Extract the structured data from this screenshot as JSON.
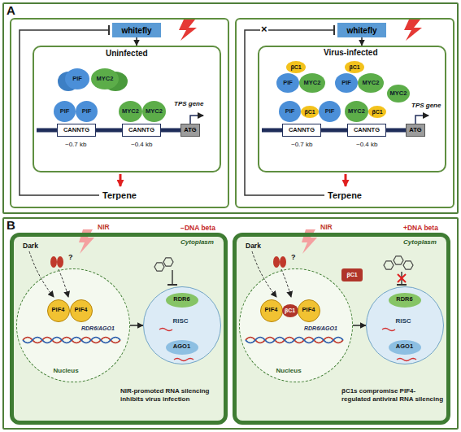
{
  "diagram": {
    "nodes": [
      {
        "text": [
          "A"
        ]
      },
      {
        "text": [
          "Terpene"
        ],
        "in": 0
      },
      {
        "text": [
          "whitefly"
        ],
        "in": 1
      },
      {
        "text": [
          "Uninfected"
        ],
        "in": 1
      },
      {
        "text": [
          "PIF"
        ],
        "in": 3
      },
      {
        "text": [
          "MYC2"
        ],
        "in": 3
      },
      {
        "text": [
          "PIF"
        ],
        "in": 3
      },
      {
        "text": [
          "PIF"
        ],
        "in": 3
      },
      {
        "text": [
          "MYC2"
        ],
        "in": 3
      },
      {
        "text": [
          "MYC2"
        ],
        "in": 3
      },
      {
        "text": [
          "CANNTG"
        ],
        "in": 3
      },
      {
        "text": [
          "CANNTG"
        ],
        "in": 3
      },
      {
        "text": [
          "ATG"
        ],
        "in": 3
      },
      {
        "text": [
          "Terpene"
        ],
        "in": 0
      },
      {
        "text": [
          "whitefly"
        ],
        "in": 13
      },
      {
        "text": [
          "Virus-infected"
        ],
        "in": 13
      },
      {
        "text": [
          "βC1"
        ],
        "in": 15
      },
      {
        "text": [
          "PIF"
        ],
        "in": 15
      },
      {
        "text": [
          "MYC2"
        ],
        "in": 15
      },
      {
        "text": [
          "βC1"
        ],
        "in": 15
      },
      {
        "text": [
          "PIF"
        ],
        "in": 15
      },
      {
        "text": [
          "MYC2"
        ],
        "in": 15
      },
      {
        "text": [
          "PIF"
        ],
        "in": 15
      },
      {
        "text": [
          "βC1"
        ],
        "in": 15
      },
      {
        "text": [
          "PIF"
        ],
        "in": 15
      },
      {
        "text": [
          "MYC2"
        ],
        "in": 15
      },
      {
        "text": [
          "βC1"
        ],
        "in": 15
      },
      {
        "text": [
          "MYC2"
        ],
        "in": 15
      },
      {
        "text": [
          "CANNTG"
        ],
        "in": 15
      },
      {
        "text": [
          "CANNTG"
        ],
        "in": 15
      },
      {
        "text": [
          "ATG"
        ],
        "in": 15
      },
      {
        "text": [
          "B"
        ]
      },
      {
        "text": [
          "−DNA beta",
          "Cytoplasm"
        ],
        "in": 31
      },
      {
        "text": [
          "Nucleus"
        ],
        "in": 32
      },
      {
        "text": [
          "PIF4"
        ],
        "in": 33
      },
      {
        "text": [
          "PIF4"
        ],
        "in": 33
      },
      {
        "text": [
          "RISC"
        ],
        "in": 32
      },
      {
        "text": [
          "RDR6"
        ],
        "in": 36
      },
      {
        "text": [
          "AGO1"
        ],
        "in": 36
      },
      {
        "text": [
          "+DNA beta",
          "Cytoplasm"
        ],
        "in": 31
      },
      {
        "text": [
          "Nucleus"
        ],
        "in": 39
      },
      {
        "text": [
          "PIF4"
        ],
        "in": 40
      },
      {
        "text": [
          "βC1"
        ],
        "in": 40
      },
      {
        "text": [
          "PIF4"
        ],
        "in": 40
      },
      {
        "text": [
          "βC1"
        ],
        "in": 39
      },
      {
        "text": [
          "RISC"
        ],
        "in": 39
      },
      {
        "text": [
          "RDR6"
        ],
        "in": 45
      },
      {
        "text": [
          "AGO1"
        ],
        "in": 45
      }
    ],
    "edges": [
      {
        "from": 2,
        "to": 3,
        "arrow": "to"
      },
      {
        "from": 14,
        "to": 15,
        "arrow": "to"
      },
      {
        "from": 33,
        "to": 36,
        "label": "RDR6/AGO1",
        "arrow": "to"
      },
      {
        "from": 40,
        "to": 45,
        "label": "RDR6/AGO1",
        "arrow": "to"
      }
    ],
    "labels": [
      "~0.7 kb",
      "~0.4 kb",
      "TPS gene",
      "~0.7 kb",
      "~0.4 kb",
      "TPS gene",
      "×",
      "Dark",
      "NIR",
      "?",
      "NIR-promoted RNA silencing inhibits virus infection",
      "Dark",
      "NIR",
      "?",
      "βC1s compromise PIF4-regulated antiviral RNA silencing"
    ]
  }
}
